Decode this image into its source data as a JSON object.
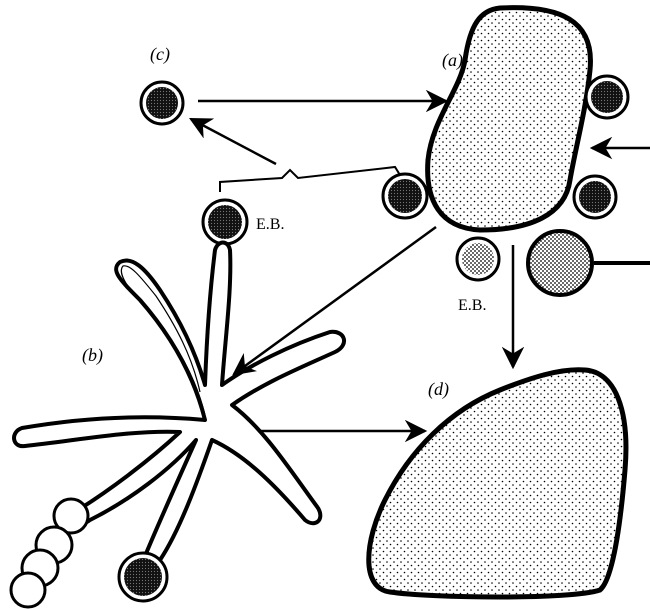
{
  "labels": {
    "a": "(a)",
    "b": "(b)",
    "c": "(c)",
    "d": "(d)",
    "eb_top": "E.B.",
    "eb_bottom": "E.B."
  },
  "colors": {
    "ink": "#000000",
    "paper": "#ffffff",
    "stipple": "#000000",
    "dark_body": "#111111"
  },
  "icons": {
    "elementary_body": "black-filled-circle",
    "initial_body": "light-stippled-circle",
    "host_cell": "stippled-blob"
  }
}
